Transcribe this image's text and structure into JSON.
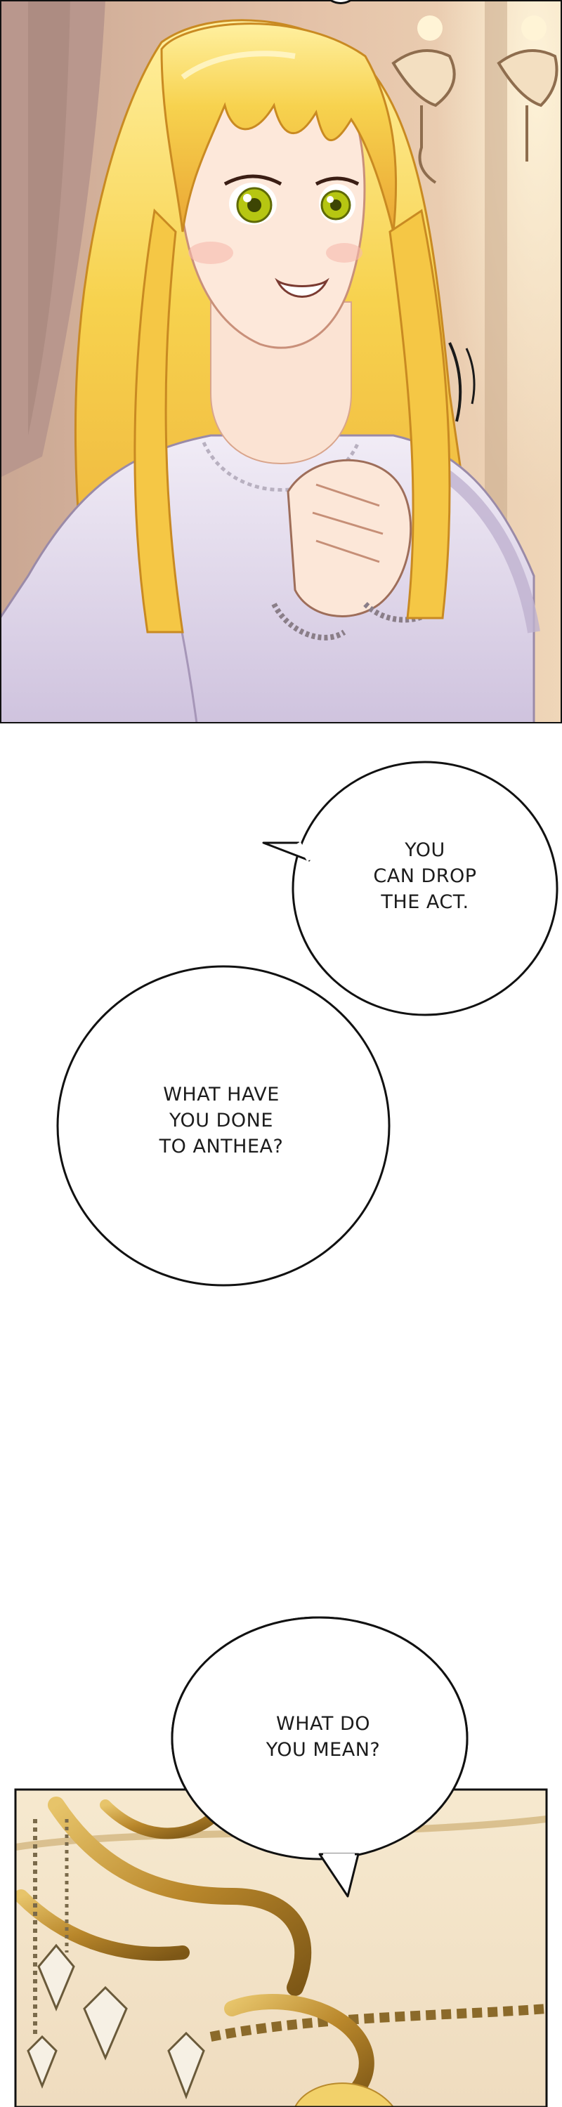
{
  "bubbles": [
    {
      "id": "act",
      "lines": [
        "YOU",
        "CAN DROP",
        "THE ACT."
      ]
    },
    {
      "id": "anthea",
      "lines": [
        "WHAT HAVE",
        "YOU DONE",
        "TO ANTHEA?"
      ]
    },
    {
      "id": "mean",
      "lines": [
        "WHAT DO",
        "YOU MEAN?"
      ]
    }
  ],
  "palette": {
    "hair": "#f7d24e",
    "hair_shade": "#e5a626",
    "skin": "#fbe3d3",
    "eyes": "#b6c612",
    "dress": "#e4dcee",
    "wall": "#d9b79d",
    "gold": "#b9872b",
    "outline": "#111111"
  }
}
